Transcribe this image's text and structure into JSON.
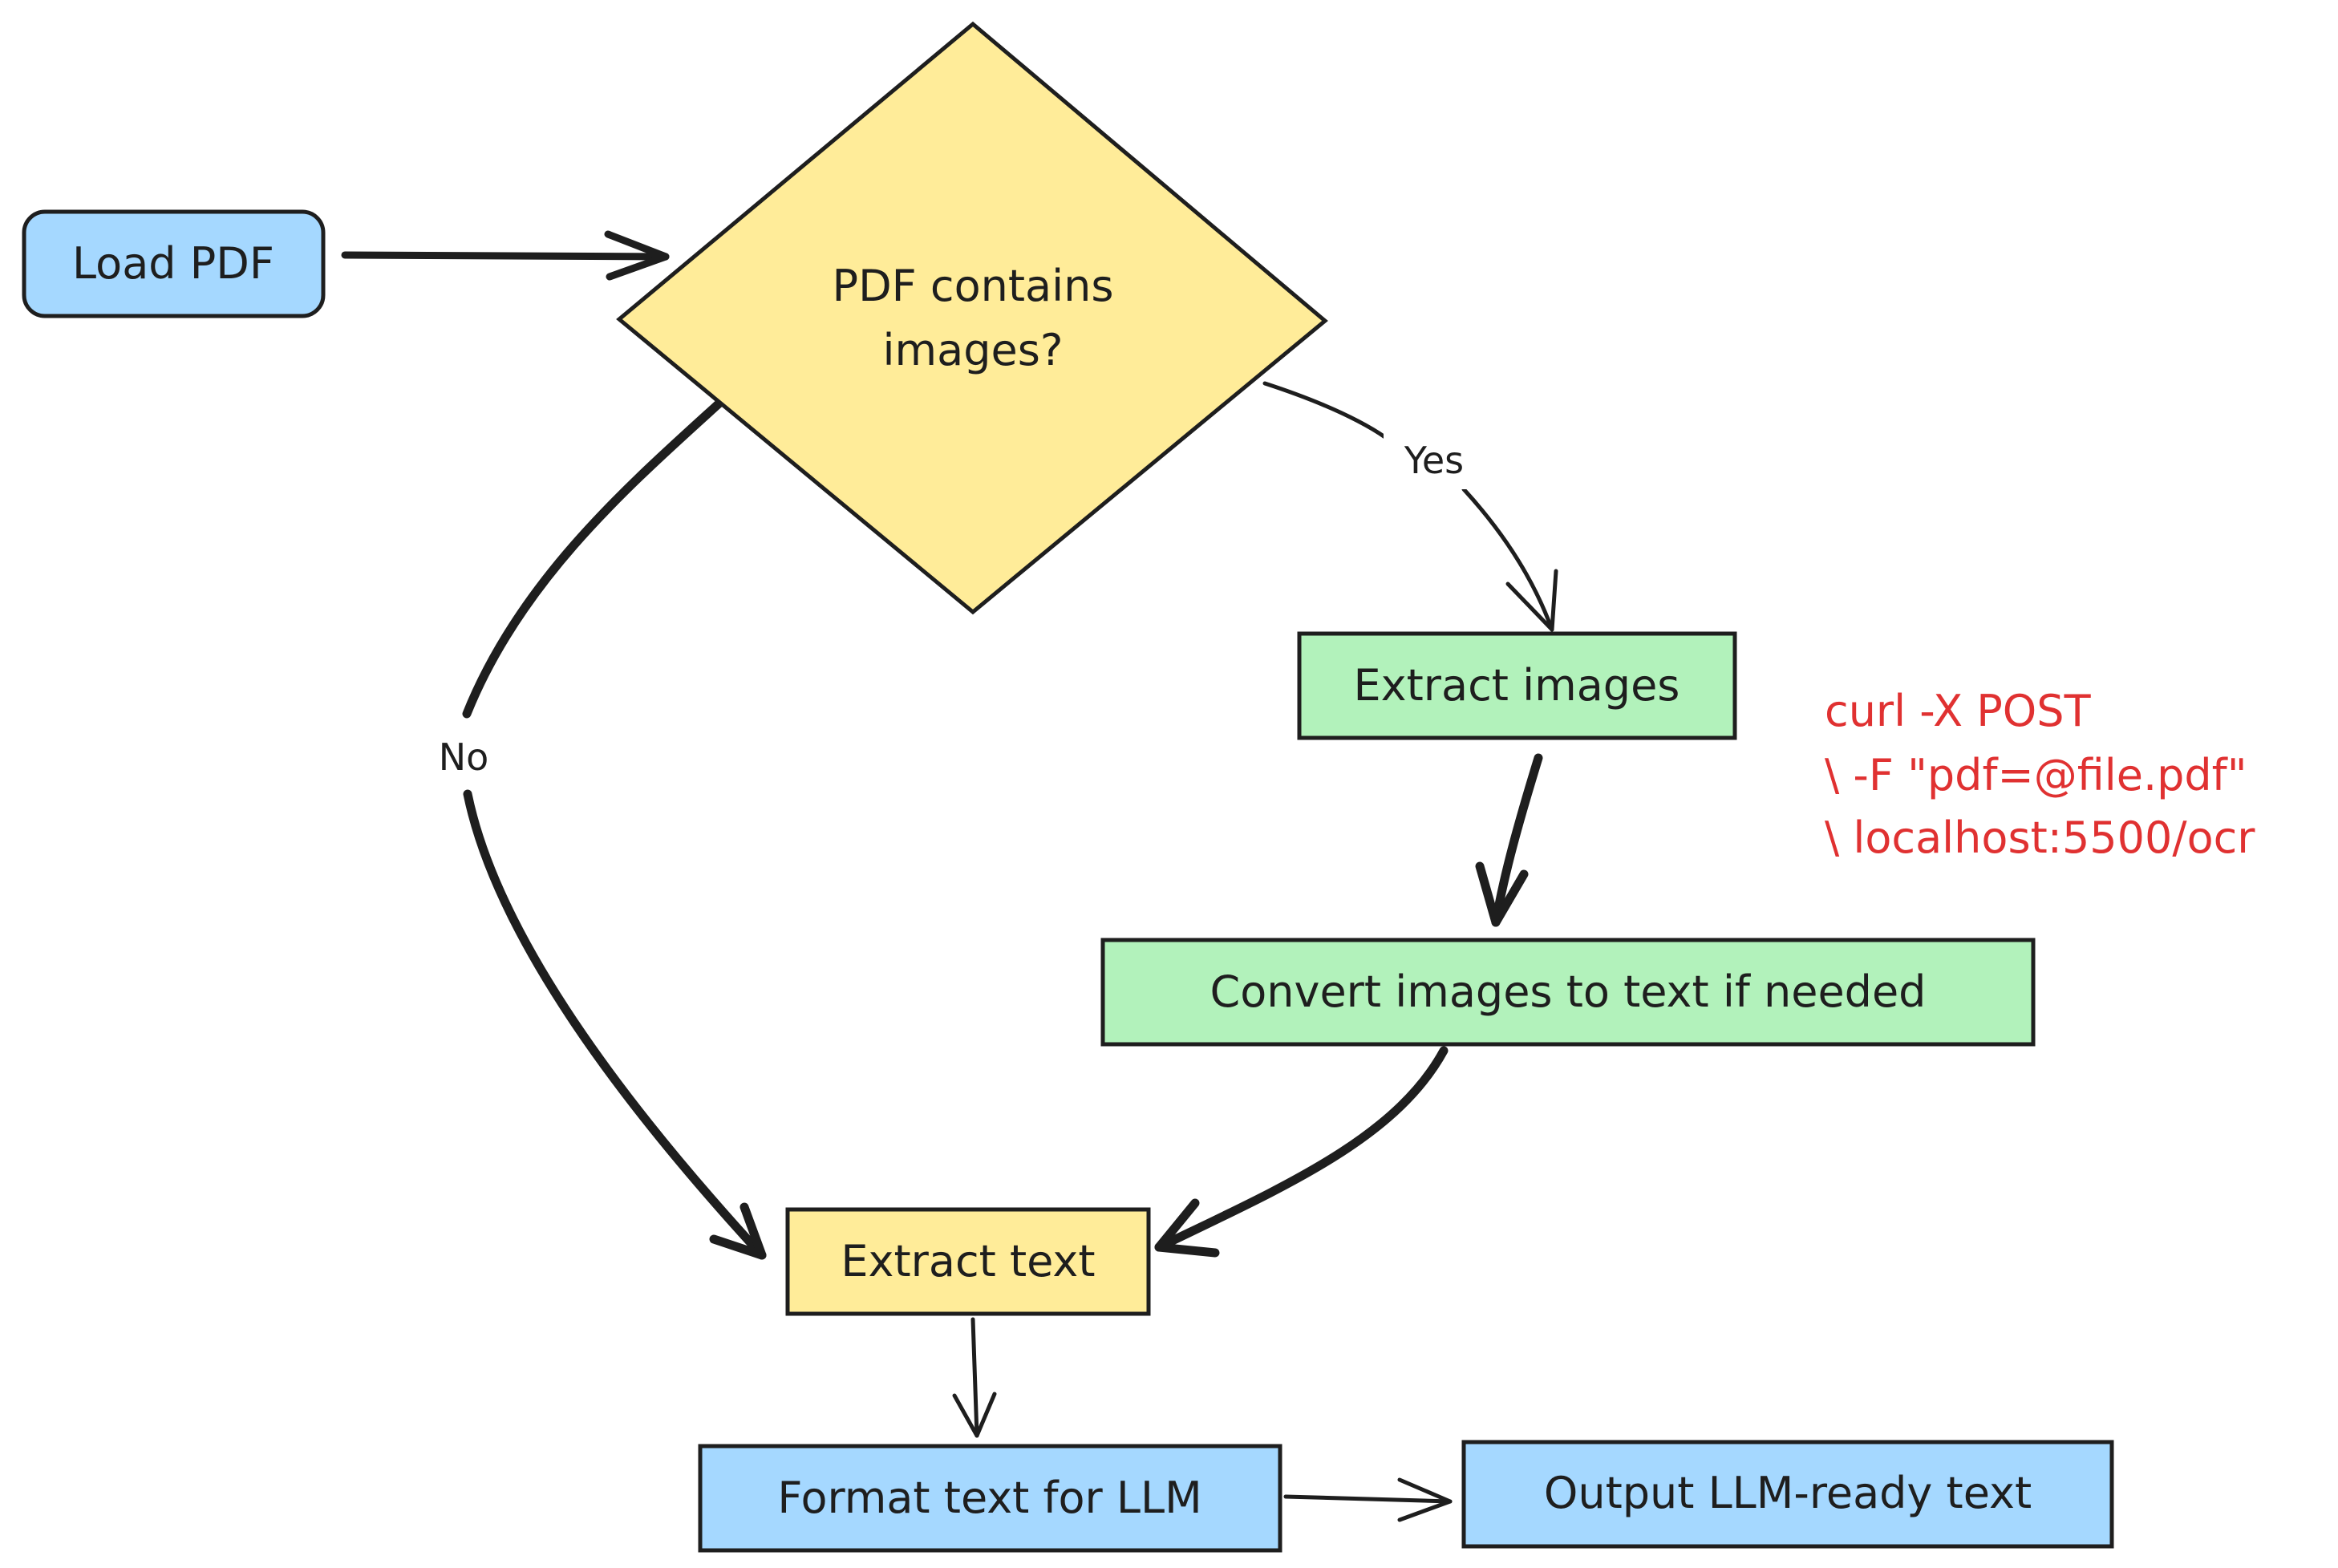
{
  "nodes": {
    "load_pdf": {
      "label": "Load PDF",
      "color": "#a5d8ff"
    },
    "decision": {
      "label_line1": "PDF contains",
      "label_line2": "images?",
      "color": "#ffec99"
    },
    "extract_images": {
      "label": "Extract images",
      "color": "#b2f2bb"
    },
    "convert_images": {
      "label": "Convert images to text if needed",
      "color": "#b2f2bb"
    },
    "extract_text": {
      "label": "Extract text",
      "color": "#ffec99"
    },
    "format_text": {
      "label": "Format text for LLM",
      "color": "#a5d8ff"
    },
    "output_text": {
      "label": "Output LLM-ready text",
      "color": "#a5d8ff"
    }
  },
  "edges": {
    "yes_label": "Yes",
    "no_label": "No"
  },
  "note": {
    "line1": "curl -X POST",
    "line2": "\\ -F \"pdf=@file.pdf\"",
    "line3": "\\ localhost:5500/ocr",
    "color": "#e03131"
  }
}
